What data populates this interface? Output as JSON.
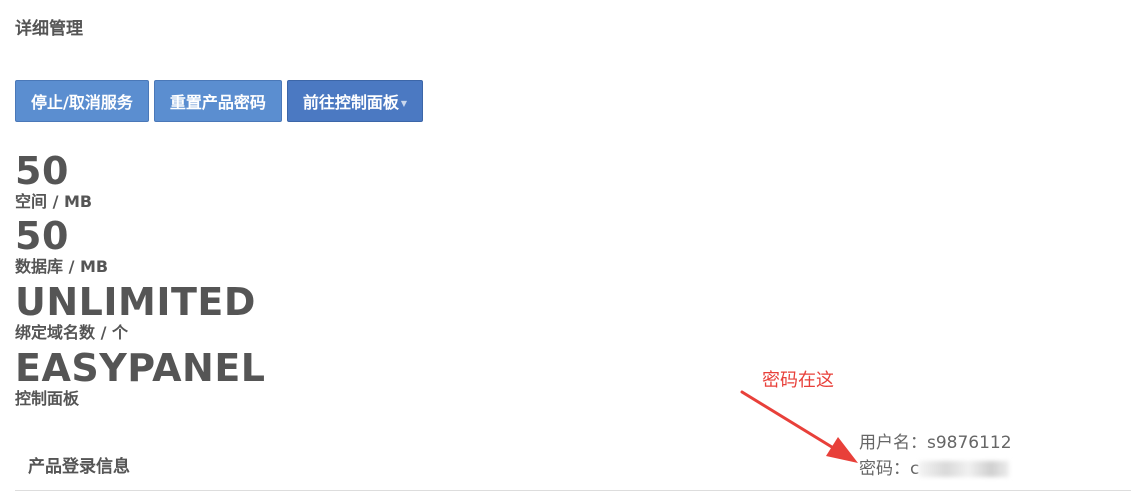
{
  "section": {
    "title": "详细管理"
  },
  "buttons": {
    "stop_cancel": "停止/取消服务",
    "reset_password": "重置产品密码",
    "control_panel": "前往控制面板"
  },
  "stats": [
    {
      "value": "50",
      "label": "空间 / MB"
    },
    {
      "value": "50",
      "label": "数据库 / MB"
    },
    {
      "value": "UNLIMITED",
      "label": "绑定域名数 / 个"
    },
    {
      "value": "EASYPANEL",
      "label": "控制面板"
    }
  ],
  "login": {
    "title": "产品登录信息",
    "username_label": "用户名：",
    "username": "s9876112",
    "password_label": "密码：",
    "password_visible": "c"
  },
  "annotation": {
    "text": "密码在这",
    "color": "#e8403a"
  },
  "icons": {
    "dropdown": "caret-down-icon"
  },
  "colors": {
    "button": "#5b8ed0",
    "button_dark": "#4b79c2",
    "text": "#555555"
  }
}
